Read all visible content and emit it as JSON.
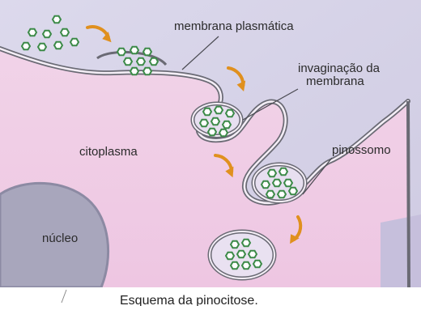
{
  "diagram": {
    "labels": {
      "membrane": "membrana plasmática",
      "invagination_line1": "invaginação da",
      "invagination_line2": "membrana",
      "pinosome": "pinossomo",
      "cytoplasm": "citoplasma",
      "nucleus": "núcleo"
    },
    "caption": "Esquema da pinocitose.",
    "colors": {
      "outside": "#d5d2e6",
      "cytoplasm": "#f0cfe6",
      "membrane": "#6a6a74",
      "nucleus": "#a8a6bc",
      "arrow": "#e0901e",
      "particle": "#3c8a48"
    },
    "icons": [
      "particle-icon",
      "arrow-icon"
    ]
  }
}
